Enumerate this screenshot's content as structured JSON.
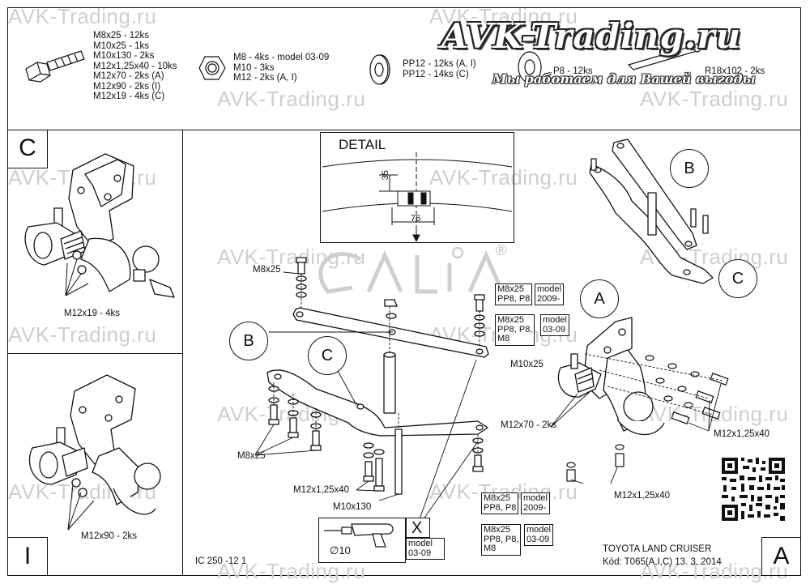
{
  "watermark": "AVK-Trading.ru",
  "logo": {
    "title": "AVK-Trading.ru",
    "slogan": "Мы работаем для Вашей выгоды"
  },
  "parts": {
    "bolts": [
      "M8x25 - 12ks",
      "M10x25 - 1ks",
      "M10x130 - 2ks",
      "M12x1,25x40 - 10ks",
      "M12x70 - 2ks (A)",
      "M12x90 - 2ks (I)",
      "M12x19 - 4ks (C)"
    ],
    "nuts": [
      "M8 - 4ks - model 03-09",
      "M10 - 3ks",
      "M12 - 2ks (A, I)"
    ],
    "washers": [
      "PP12 - 12ks (A, I)",
      "PP12 - 14ks (C)"
    ],
    "spring_washer": "P8 - 12ks",
    "pin": "R18x102 - 2ks"
  },
  "panels": {
    "c": {
      "corner": "C",
      "label": "M12x19 - 4ks"
    },
    "i": {
      "corner": "I",
      "label": "M12x90 - 2ks"
    }
  },
  "detail": {
    "title": "DETAIL",
    "dim_height": "35",
    "dim_width": "76"
  },
  "brand": {
    "mark": "®"
  },
  "callouts": {
    "b": "B",
    "c": "C",
    "a": "A",
    "b2": "B",
    "c2": "C"
  },
  "labels": {
    "m8x25_top": "M8x25",
    "m8x25_left": "M8x25",
    "m12_40_center": "M12x1,25x40",
    "m10x130": "M10x130",
    "m10x25": "M10x25",
    "m12x70": "M12x70 - 2ks",
    "m12_40_right_bottom": "M12x1,25x40",
    "m12_40_right": "M12x1,25x40"
  },
  "notes": {
    "note1": {
      "lines": [
        "M8x25",
        "PP8, P8"
      ],
      "model": [
        "model",
        "2009-"
      ]
    },
    "note2": {
      "lines": [
        "M8x25",
        "PP8, P8,",
        "M8"
      ],
      "model": [
        "model",
        "03-09"
      ]
    },
    "note3": {
      "lines": [
        "M8x25",
        "PP8, P8"
      ],
      "model": [
        "model",
        "2009-"
      ]
    },
    "note4": {
      "lines": [
        "M8x25",
        "PP8, P8,",
        "M8"
      ],
      "model": [
        "model",
        "03-09"
      ]
    }
  },
  "drill": {
    "diameter": "∅10",
    "marker": "X",
    "model": [
      "model",
      "03-09"
    ]
  },
  "footer": {
    "code": "IC 250 -12 1",
    "vehicle": "TOYOTA LAND CRUISER",
    "kod": "Kód: T065(A,I,C)  13. 3. 2014",
    "corner": "A"
  }
}
